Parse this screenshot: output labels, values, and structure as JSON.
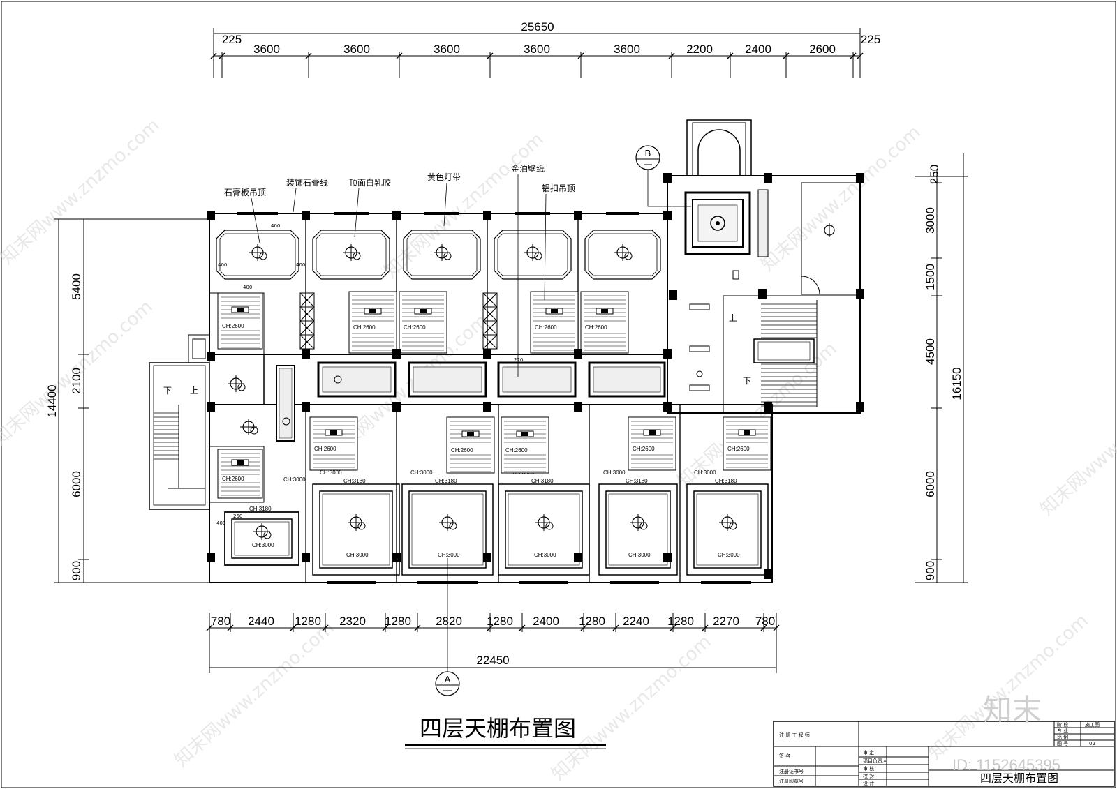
{
  "drawing_title": "四层天棚布置图",
  "top_dimensions": {
    "total": "25650",
    "segments": [
      "225",
      "3600",
      "3600",
      "3600",
      "3600",
      "3600",
      "2200",
      "2400",
      "2600",
      "225"
    ]
  },
  "bottom_dimensions": {
    "total": "22450",
    "segments": [
      "780",
      "2440",
      "1280",
      "2320",
      "1280",
      "2820",
      "1280",
      "2400",
      "1280",
      "2240",
      "1280",
      "2270",
      "780"
    ]
  },
  "left_dimensions": {
    "total": "14400",
    "segments": [
      "5400",
      "2100",
      "6000",
      "900"
    ]
  },
  "right_dimensions": {
    "total": "16150",
    "segments": [
      "250",
      "3000",
      "1500",
      "4500",
      "6000",
      "900"
    ]
  },
  "material_labels": [
    "石膏板吊顶",
    "装饰石膏线",
    "顶面白乳胶",
    "黄色灯带",
    "金泊壁纸",
    "铝扣吊顶"
  ],
  "axis_markers": [
    "B",
    "A"
  ],
  "stair_labels": {
    "up": "上",
    "down": "下"
  },
  "ceiling_heights": {
    "ch2600": "CH:2600",
    "ch3000": "CH:3000",
    "ch3180": "CH:3180"
  },
  "small_dims": {
    "d400": "400",
    "d250": "250",
    "d220": "220"
  },
  "watermark": "知末网www.znzmo.com",
  "title_block": {
    "left_rows": [
      "注 册 工 程 师",
      "签 名",
      "注册证书号",
      "注册印章号"
    ],
    "mid_rows": [
      "审 定",
      "项目负责人",
      "审 核",
      "校 对",
      "设 计"
    ],
    "right_rows": [
      "阶 段",
      "施工图",
      "专 业",
      "比 例",
      "图 号",
      "02"
    ],
    "sheet_title": "四层天棚布置图"
  },
  "brand_mark": "知末",
  "image_id": "ID: 1152645395"
}
